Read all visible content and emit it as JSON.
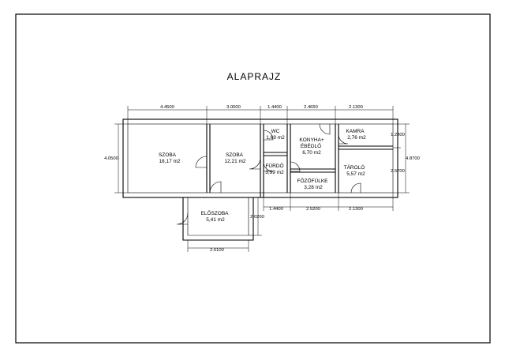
{
  "title": "ALAPRAJZ",
  "rooms": [
    {
      "name": "SZOBA",
      "area": "18,17 m2"
    },
    {
      "name": "SZOBA",
      "area": "12,21 m2"
    },
    {
      "name": "WC",
      "area": "1,69 m2"
    },
    {
      "name": "KONYHA+",
      "name2": "ÉBÉDLŐ",
      "area": "6,70 m2"
    },
    {
      "name": "KAMRA",
      "area": "2,76 m2"
    },
    {
      "name": "FÜRDŐ",
      "area": "3,99 m2"
    },
    {
      "name": "TÁROLÓ",
      "area": "5,57 m2"
    },
    {
      "name": "FŐZŐFÜLKE",
      "area": "3,28 m2"
    },
    {
      "name": "ELŐSZOBA",
      "area": "5,41 m2"
    }
  ],
  "dimensions": {
    "top": [
      "4.4500",
      "3.0000",
      "1.4400",
      "2.4650",
      "2.1300"
    ],
    "bottom": [
      "1.4400",
      "2.5200",
      "2.1300"
    ],
    "left": "4.0500",
    "right_total": "4.8700",
    "right_upper": "1.2300",
    "right_lower": "2.5700",
    "hall_height": "2.0200",
    "hall_width": "2.6100"
  }
}
